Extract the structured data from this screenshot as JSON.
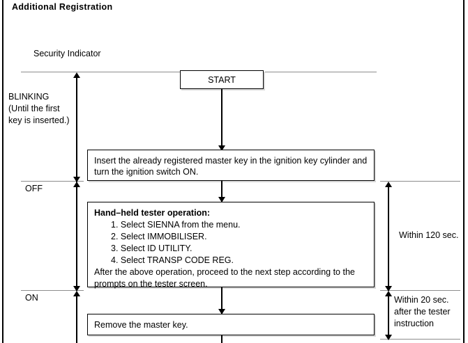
{
  "page": {
    "title": "Additional Registration"
  },
  "indicator": {
    "axis_label": "Security Indicator",
    "states": [
      {
        "id": "blinking",
        "lines": [
          "BLINKING",
          "(Until  the  first",
          "key is inserted.)"
        ]
      },
      {
        "id": "off",
        "label": "OFF"
      },
      {
        "id": "on",
        "label": "ON"
      }
    ]
  },
  "flow": {
    "start": {
      "label": "START"
    },
    "steps": [
      {
        "id": "insert-master-key",
        "lines": [
          "Insert the already registered master key in the ignition key cylinder and",
          "turn the ignition switch ON."
        ]
      },
      {
        "id": "hand-held-tester-operation",
        "heading": "Hand–held tester operation:",
        "steps": [
          "1. Select SIENNA from the menu.",
          "2. Select IMMOBILISER.",
          "3. Select ID UTILITY.",
          "4. Select TRANSP CODE REG."
        ],
        "tail": [
          "After the above operation, proceed to the next step according to the",
          "prompts on the tester screen."
        ]
      },
      {
        "id": "remove-master-key",
        "lines": [
          "Remove the master key."
        ]
      }
    ]
  },
  "timing": [
    {
      "id": "within-120-sec",
      "lines": [
        "Within 120 sec."
      ]
    },
    {
      "id": "within-20-sec",
      "lines": [
        "Within 20 sec.",
        "after the tester",
        "instruction"
      ]
    }
  ],
  "colors": {
    "ink": "#000000",
    "rule": "#8c8c8c",
    "shadow": "#d9d9d9",
    "background": "#ffffff"
  }
}
